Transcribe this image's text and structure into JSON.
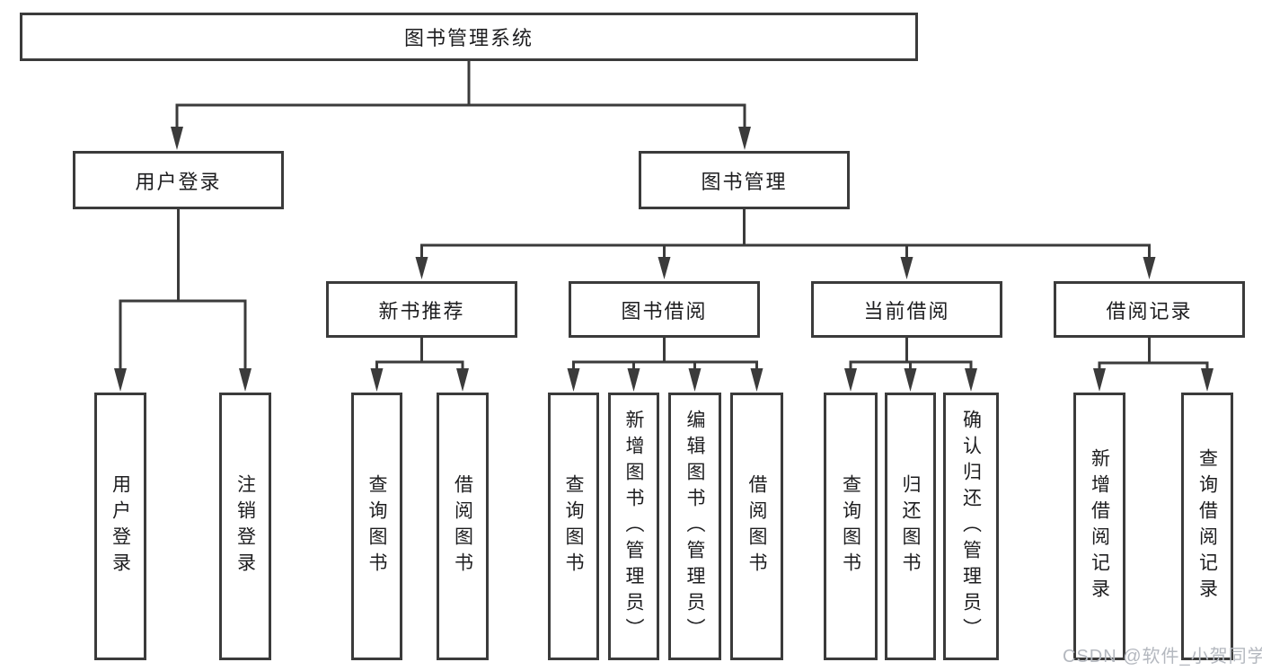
{
  "diagram_type": "hierarchy",
  "colors": {
    "line": "#3b3b3b",
    "text": "#1d1d1f",
    "background": "#ffffff",
    "watermark": "#b4b8bf"
  },
  "root": {
    "label": "图书管理系统"
  },
  "branches": [
    {
      "label": "用户登录"
    },
    {
      "label": "图书管理"
    }
  ],
  "sections": [
    {
      "label": "新书推荐",
      "parent": "图书管理"
    },
    {
      "label": "图书借阅",
      "parent": "图书管理"
    },
    {
      "label": "当前借阅",
      "parent": "图书管理"
    },
    {
      "label": "借阅记录",
      "parent": "图书管理"
    }
  ],
  "leaves": [
    {
      "label": "用户登录",
      "parent": "用户登录"
    },
    {
      "label": "注销登录",
      "parent": "用户登录"
    },
    {
      "label": "查询图书",
      "parent": "新书推荐"
    },
    {
      "label": "借阅图书",
      "parent": "新书推荐"
    },
    {
      "label": "查询图书",
      "parent": "图书借阅"
    },
    {
      "label": "新增图书（管理员）",
      "parent": "图书借阅"
    },
    {
      "label": "编辑图书（管理员）",
      "parent": "图书借阅"
    },
    {
      "label": "借阅图书",
      "parent": "图书借阅"
    },
    {
      "label": "查询图书",
      "parent": "当前借阅"
    },
    {
      "label": "归还图书",
      "parent": "当前借阅"
    },
    {
      "label": "确认归还（管理员）",
      "parent": "当前借阅"
    },
    {
      "label": "新增借阅记录",
      "parent": "借阅记录"
    },
    {
      "label": "查询借阅记录",
      "parent": "借阅记录"
    }
  ],
  "watermark": "CSDN @软件_小贺同学"
}
